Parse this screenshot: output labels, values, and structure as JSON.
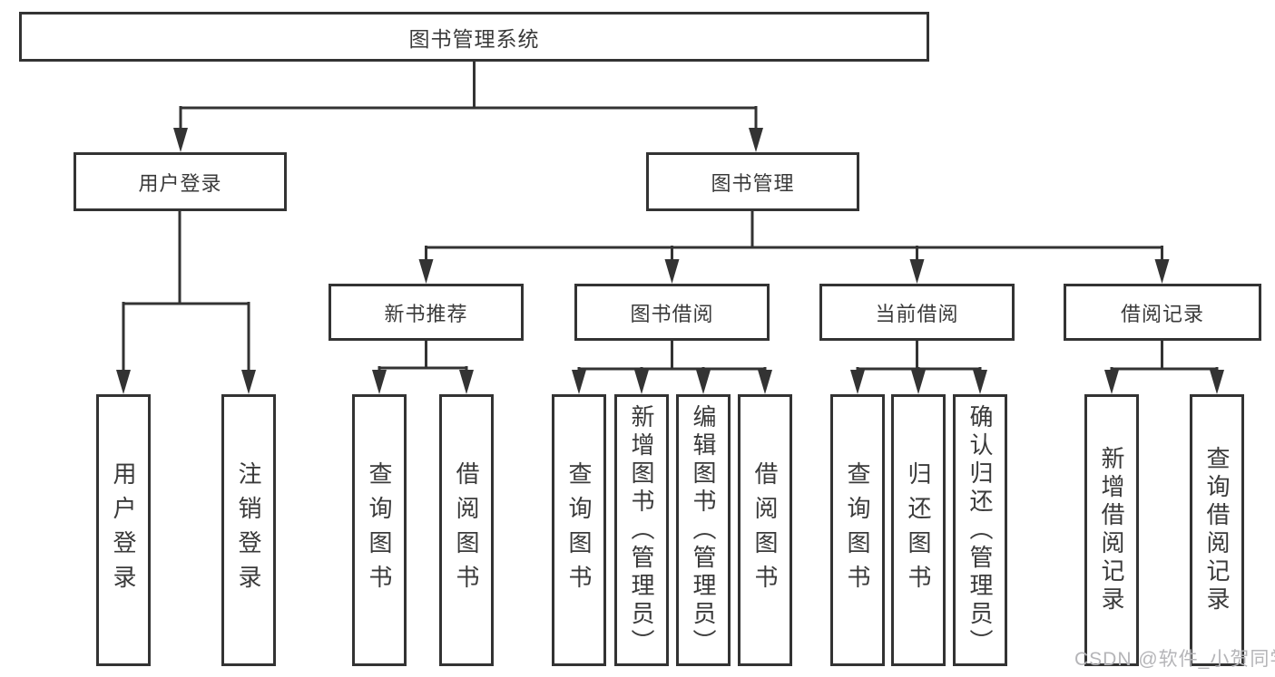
{
  "diagram": {
    "root": {
      "label": "图书管理系统",
      "children": [
        {
          "label": "用户登录",
          "children": [
            {
              "label": "用户登录"
            },
            {
              "label": "注销登录"
            }
          ]
        },
        {
          "label": "图书管理",
          "children": [
            {
              "label": "新书推荐",
              "children": [
                {
                  "label": "查询图书"
                },
                {
                  "label": "借阅图书"
                }
              ]
            },
            {
              "label": "图书借阅",
              "children": [
                {
                  "label": "查询图书"
                },
                {
                  "label": "新增图书（管理员）"
                },
                {
                  "label": "编辑图书（管理员）"
                },
                {
                  "label": "借阅图书"
                }
              ]
            },
            {
              "label": "当前借阅",
              "children": [
                {
                  "label": "查询图书"
                },
                {
                  "label": "归还图书"
                },
                {
                  "label": "确认归还（管理员）"
                }
              ]
            },
            {
              "label": "借阅记录",
              "children": [
                {
                  "label": "新增借阅记录"
                },
                {
                  "label": "查询借阅记录"
                }
              ]
            }
          ]
        }
      ]
    }
  },
  "watermark": {
    "text": "CSDN @软件_小贺同学"
  },
  "colors": {
    "line": "#333333",
    "text": "#3a3a3a",
    "watermark": "#b5b5b8",
    "background": "#ffffff"
  }
}
